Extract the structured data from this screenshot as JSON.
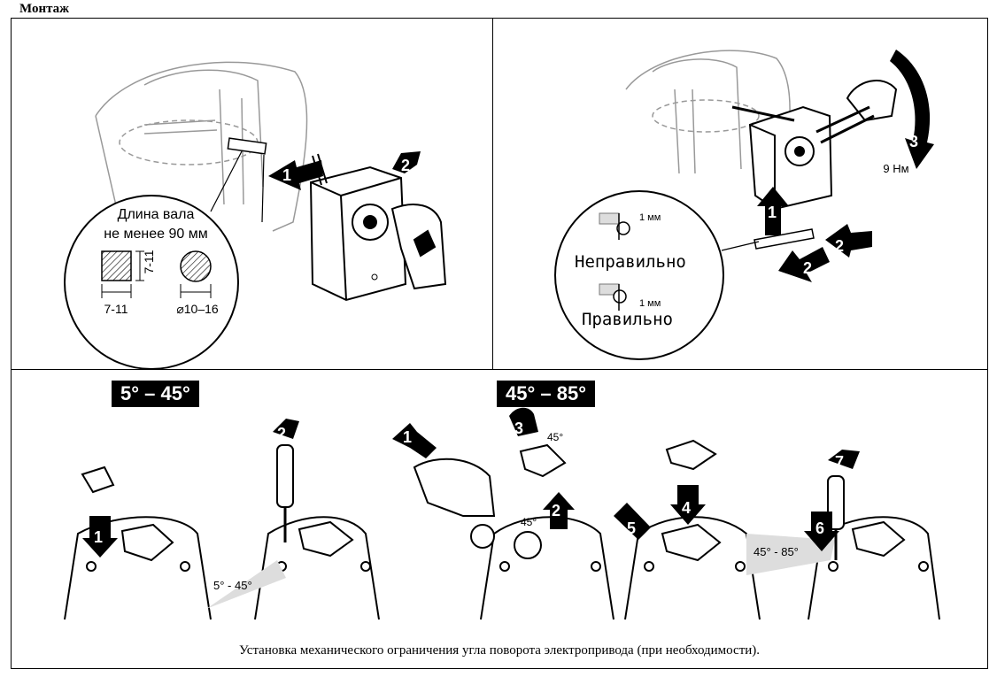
{
  "heading": "Монтаж",
  "panel_top_left": {
    "callout_line1": "Длина вала",
    "callout_line2": "не менее 90 мм",
    "square_dim_h": "7-11",
    "square_dim_w": "7-11",
    "round_dim": "⌀10–16",
    "step1": "1",
    "step2": "2"
  },
  "panel_top_right": {
    "gap_top": "1 мм",
    "wrong_label": "Неправильно",
    "gap_bottom": "1 мм",
    "right_label": "Правильно",
    "torque": "9 Нм",
    "step1": "1",
    "step2a": "2",
    "step2b": "2",
    "step3": "3"
  },
  "panel_bottom": {
    "range_badge_left": "5° – 45°",
    "range_badge_right": "45° – 85°",
    "fan_left": "5° - 45°",
    "angle_45_top": "45°",
    "angle_45_mid": "45°",
    "fan_right": "45° - 85°",
    "steps": [
      "1",
      "2",
      "1",
      "3",
      "2",
      "5",
      "4",
      "6",
      "7"
    ]
  },
  "caption": "Установка механического ограничения угла поворота электропривода (при необходимости)."
}
